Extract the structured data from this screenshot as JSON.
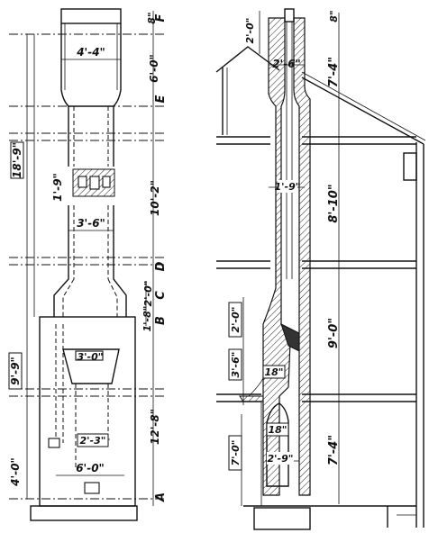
{
  "left_elevation": {
    "dims": {
      "top_cap": "8\"",
      "top_width": "4'-4\"",
      "upper_height": "6'-0\"",
      "overall_upper": "18'-9\"",
      "flue_size": "1'-9\"",
      "mid_height": "10'-2\"",
      "mid_width": "3'-6\"",
      "transition_1": "2'-0\"",
      "transition_2": "1'-8\"",
      "lower_overall": "9'-9\"",
      "firebox_width": "3'-0\"",
      "lower_height": "12'-8\"",
      "ash_width": "2'-3\"",
      "base_height": "4'-0\"",
      "base_width": "6'-0\""
    },
    "letters": {
      "F": "F",
      "E": "E",
      "D": "D",
      "C": "C",
      "B": "B",
      "A": "A"
    }
  },
  "right_section": {
    "dims": {
      "top_ext": "2'-0\"",
      "top_cap": "8\"",
      "top_width": "2'-6\"",
      "attic": "7'-4\"",
      "flue": "1'-9\"",
      "second_floor": "8'-10\"",
      "first_floor": "9'-0\"",
      "throat": "2'-0\"",
      "firebox": "3'-6\"",
      "opening_1": "18\"",
      "opening_2": "18\"",
      "basement_width": "2'-9\"",
      "ash_pit": "7'-0\"",
      "basement": "7'-4\""
    }
  }
}
